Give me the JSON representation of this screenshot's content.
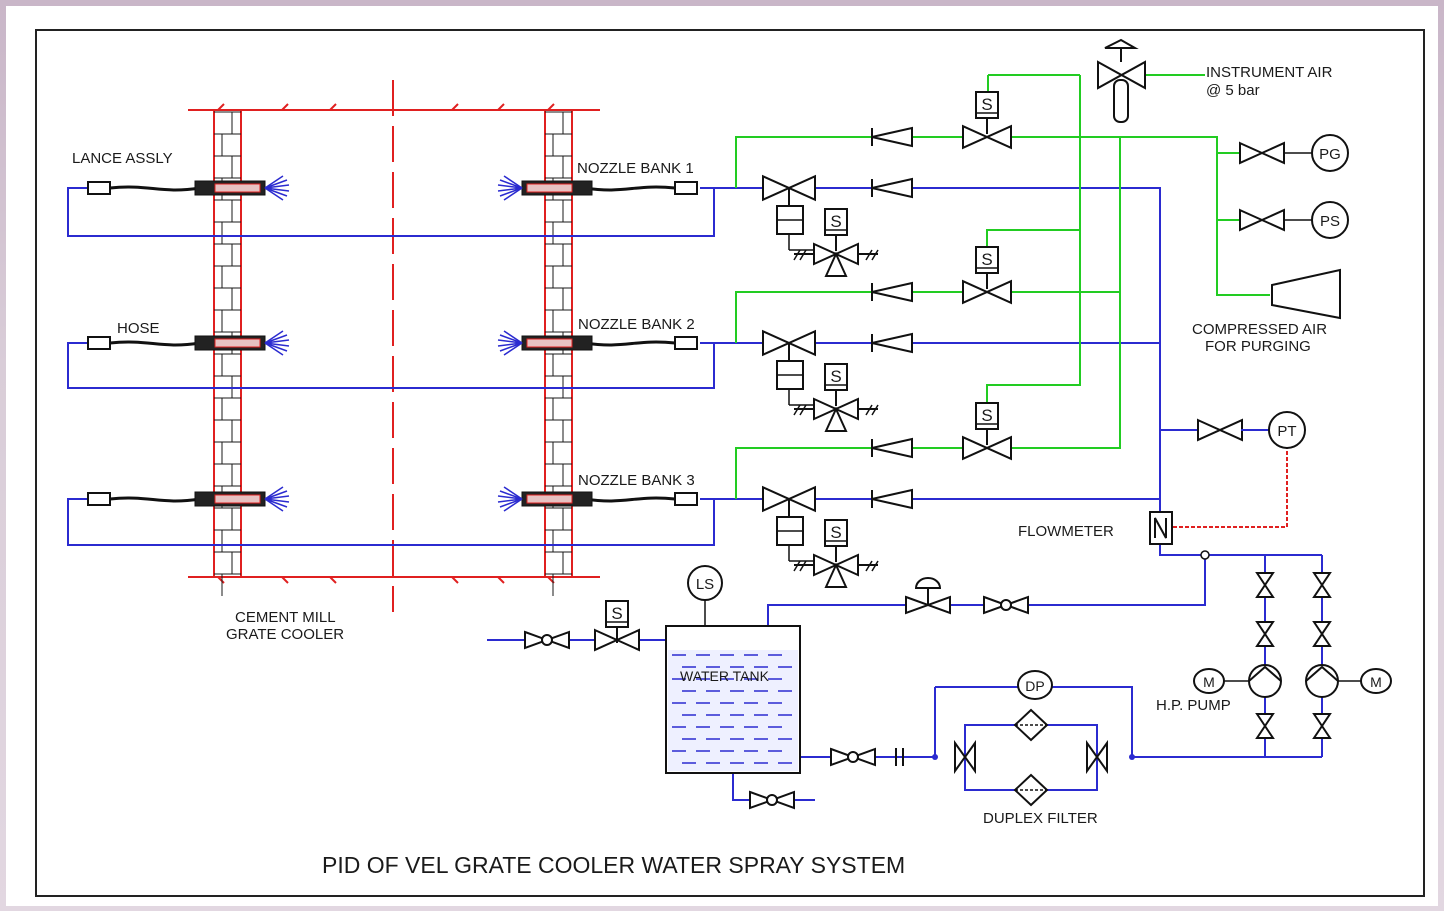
{
  "title": "PID OF VEL GRATE COOLER WATER SPRAY SYSTEM",
  "labels": {
    "lance_assly": "LANCE ASSLY",
    "hose": "HOSE",
    "nozzle_bank_1": "NOZZLE BANK 1",
    "nozzle_bank_2": "NOZZLE BANK 2",
    "nozzle_bank_3": "NOZZLE BANK 3",
    "cooler_line1": "CEMENT MILL",
    "cooler_line2": "GRATE COOLER",
    "instrument_air_line1": "INSTRUMENT AIR",
    "instrument_air_line2": "@ 5 bar",
    "compressed_air_line1": "COMPRESSED AIR",
    "compressed_air_line2": "FOR PURGING",
    "flowmeter": "FLOWMETER",
    "water_tank": "WATER  TANK",
    "hp_pump": "H.P. PUMP",
    "duplex_filter": "DUPLEX FILTER"
  },
  "instruments": {
    "pg": "PG",
    "ps": "PS",
    "pt": "PT",
    "ls": "LS",
    "dp": "DP",
    "motor": "M",
    "solenoid": "S"
  },
  "colors": {
    "water_line": "#2b2bd0",
    "air_line": "#22cc22",
    "cooler_wall": "#e02020",
    "signal_line": "#e02020",
    "symbol": "#111111",
    "frame": "#222222"
  }
}
